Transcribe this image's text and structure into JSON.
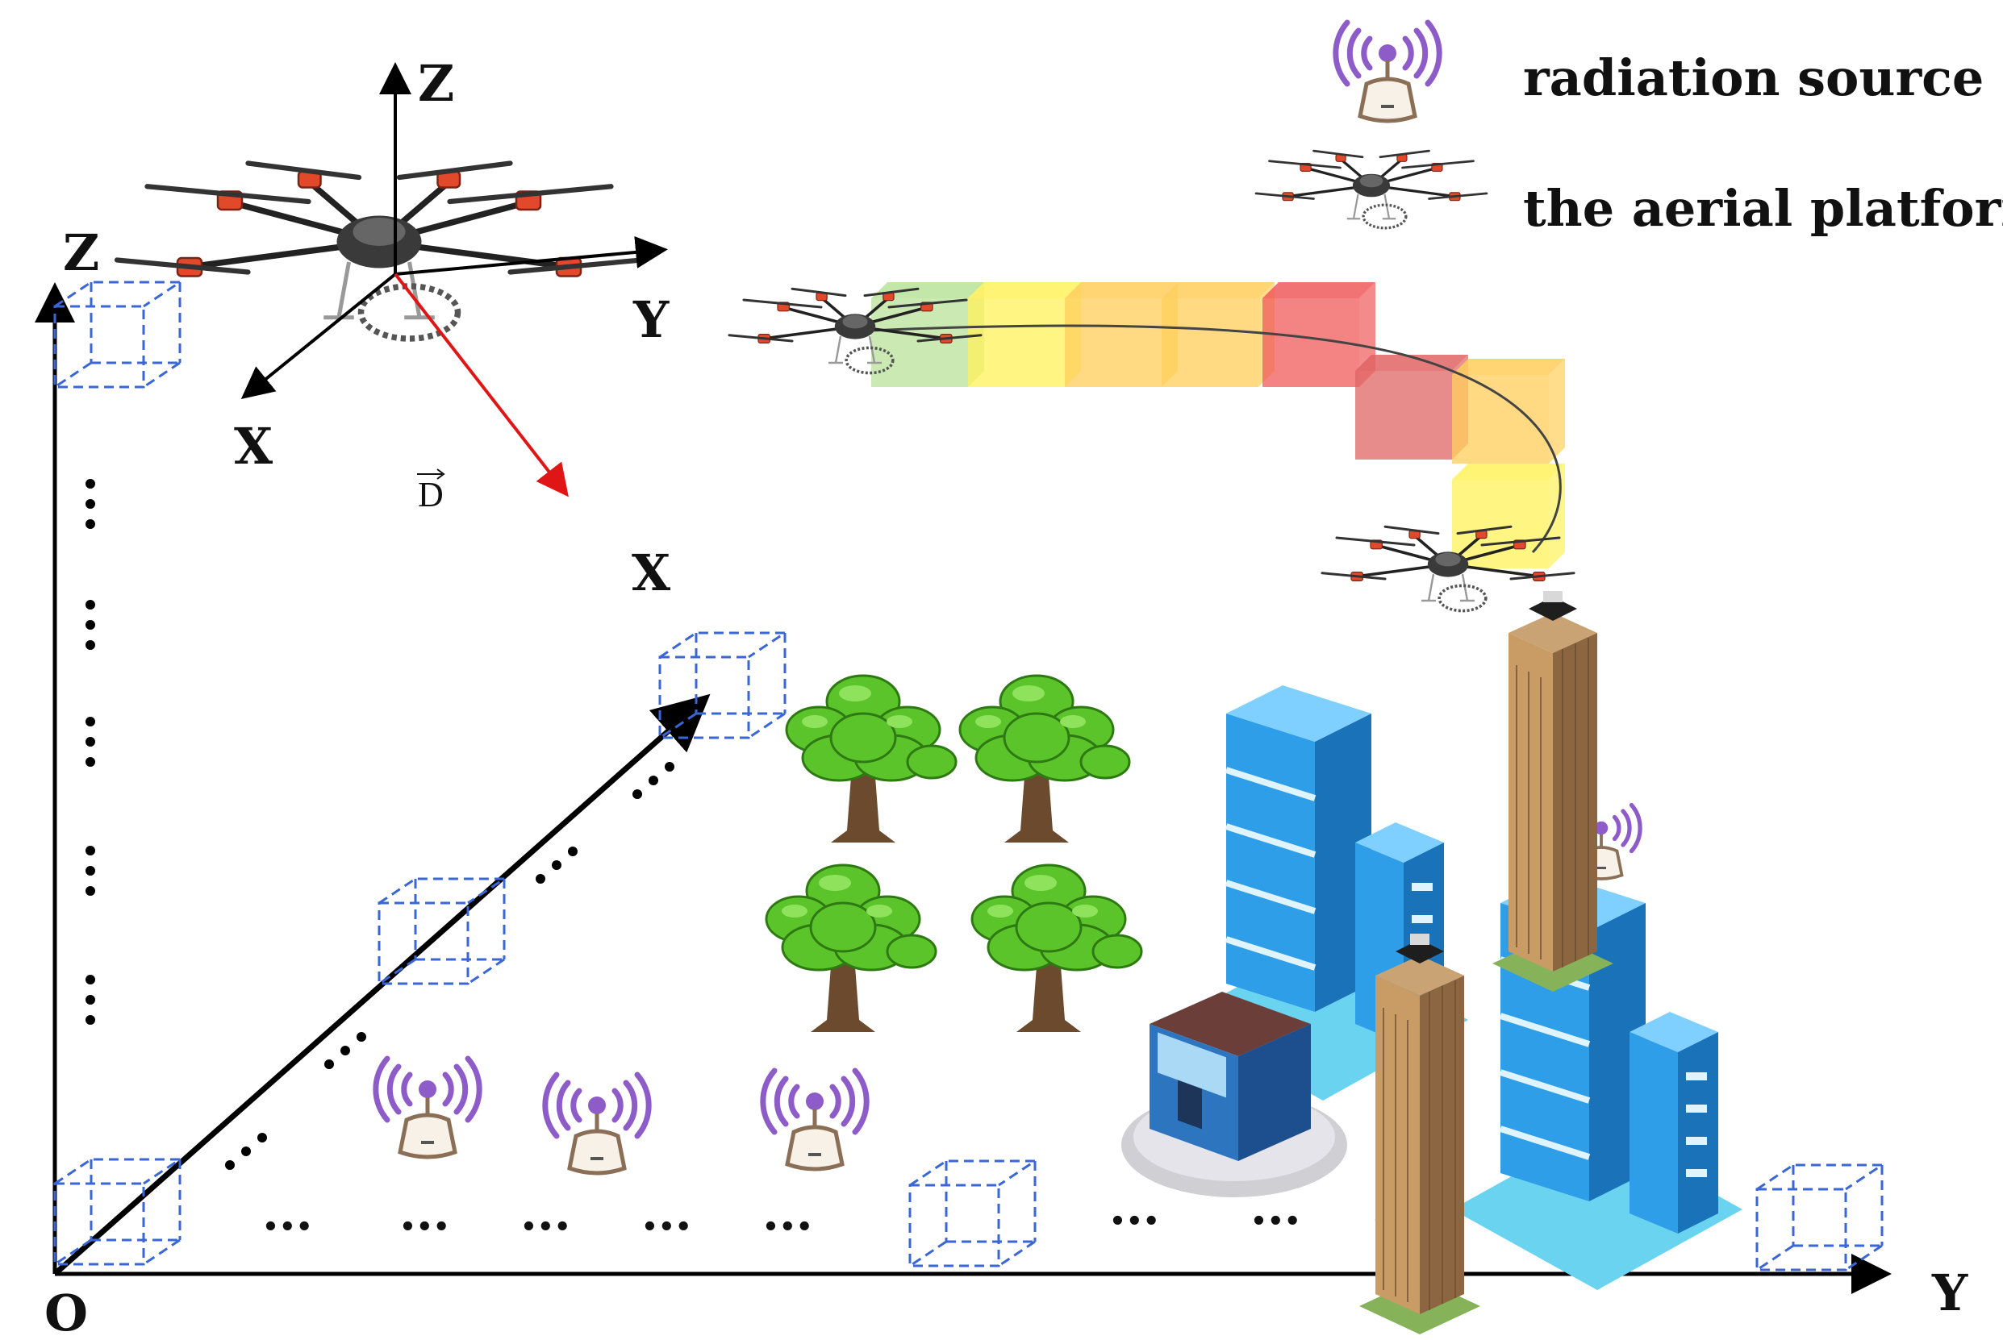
{
  "legend": {
    "radiation_source": "radiation source",
    "aerial_platform": "the aerial platform"
  },
  "axes": {
    "origin": "O",
    "main_z": "Z",
    "main_x": "X",
    "main_y": "Y",
    "drone_z": "Z",
    "drone_x": "X",
    "drone_y": "Y",
    "direction_vector": "D"
  },
  "ellipsis": "...",
  "icons": {
    "radiation_source": "radio-transmitter-icon",
    "aerial_platform": "hexacopter-drone-icon",
    "grid_cell": "dashed-cube-icon",
    "tree": "tree-icon",
    "building": "office-building-icon",
    "skyscraper": "skyscraper-icon",
    "gym": "fitness-building-icon"
  },
  "colors": {
    "cube_outline": "#3a66d6",
    "signal_arc": "#8e5cc8",
    "drone_arm": "#e2492b",
    "direction_arrow": "#e01515",
    "path_green": "#b9e39a",
    "path_yellow": "#fff25a",
    "path_orange": "#ffce5a",
    "path_red": "#f05a5a",
    "building_blue": "#2e9ee8",
    "tree_green": "#5cc42b"
  }
}
